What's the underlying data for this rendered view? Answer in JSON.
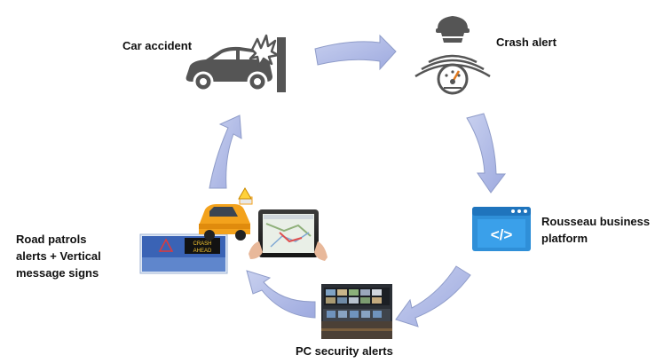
{
  "labels": {
    "car_accident": "Car accident",
    "crash_alert": "Crash alert",
    "platform_line1": "Rousseau business",
    "platform_line2": "platform",
    "pc_security": "PC security alerts",
    "road_line1": "Road patrols",
    "road_line2": "alerts + Vertical",
    "road_line3": "message signs"
  },
  "sign": {
    "line1": "CRASH",
    "line2": "AHEAD"
  },
  "platform_icon": "</>",
  "icons": [
    "car-crash-icon",
    "crash-sensor-icon",
    "code-window-icon",
    "control-room-photo",
    "patrol-van-icon",
    "tablet-map-icon",
    "message-sign-icon"
  ],
  "colors": {
    "arrow_fill": "#b3bde6",
    "arrow_stroke": "#8f9cc9",
    "icon_dark": "#555555",
    "platform_blue": "#2f8fd8",
    "van_orange": "#f3a21c",
    "sign_blue": "#3a63b5"
  }
}
